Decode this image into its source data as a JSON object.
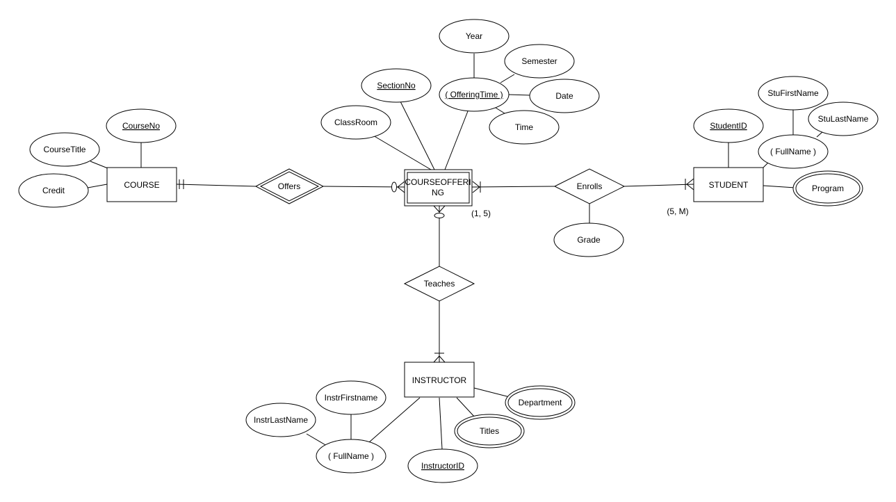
{
  "entities": {
    "course": "COURSE",
    "courseoffering_line1": "COURSEOFFERI",
    "courseoffering_line2": "NG",
    "student": "STUDENT",
    "instructor": "INSTRUCTOR"
  },
  "relationships": {
    "offers": "Offers",
    "enrolls": "Enrolls",
    "teaches": "Teaches"
  },
  "attributes": {
    "course_no": "CourseNo",
    "course_title": "CourseTitle",
    "credit": "Credit",
    "section_no": "SectionNo",
    "class_room": "ClassRoom",
    "offering_time": "( OfferingTime )",
    "year": "Year",
    "semester": "Semester",
    "date": "Date",
    "time": "Time",
    "student_id": "StudentID",
    "stu_fullname": "( FullName )",
    "stu_first_name": "StuFirstName",
    "stu_last_name": "StuLastName",
    "program": "Program",
    "grade": "Grade",
    "instr_fullname": "( FullName )",
    "instr_firstname": "InstrFirstname",
    "instr_lastname": "InstrLastName",
    "instructor_id": "InstructorID",
    "titles": "Titles",
    "department": "Department"
  },
  "cardinality_labels": {
    "offering_side": "(1, 5)",
    "student_side": "(5, M)"
  }
}
